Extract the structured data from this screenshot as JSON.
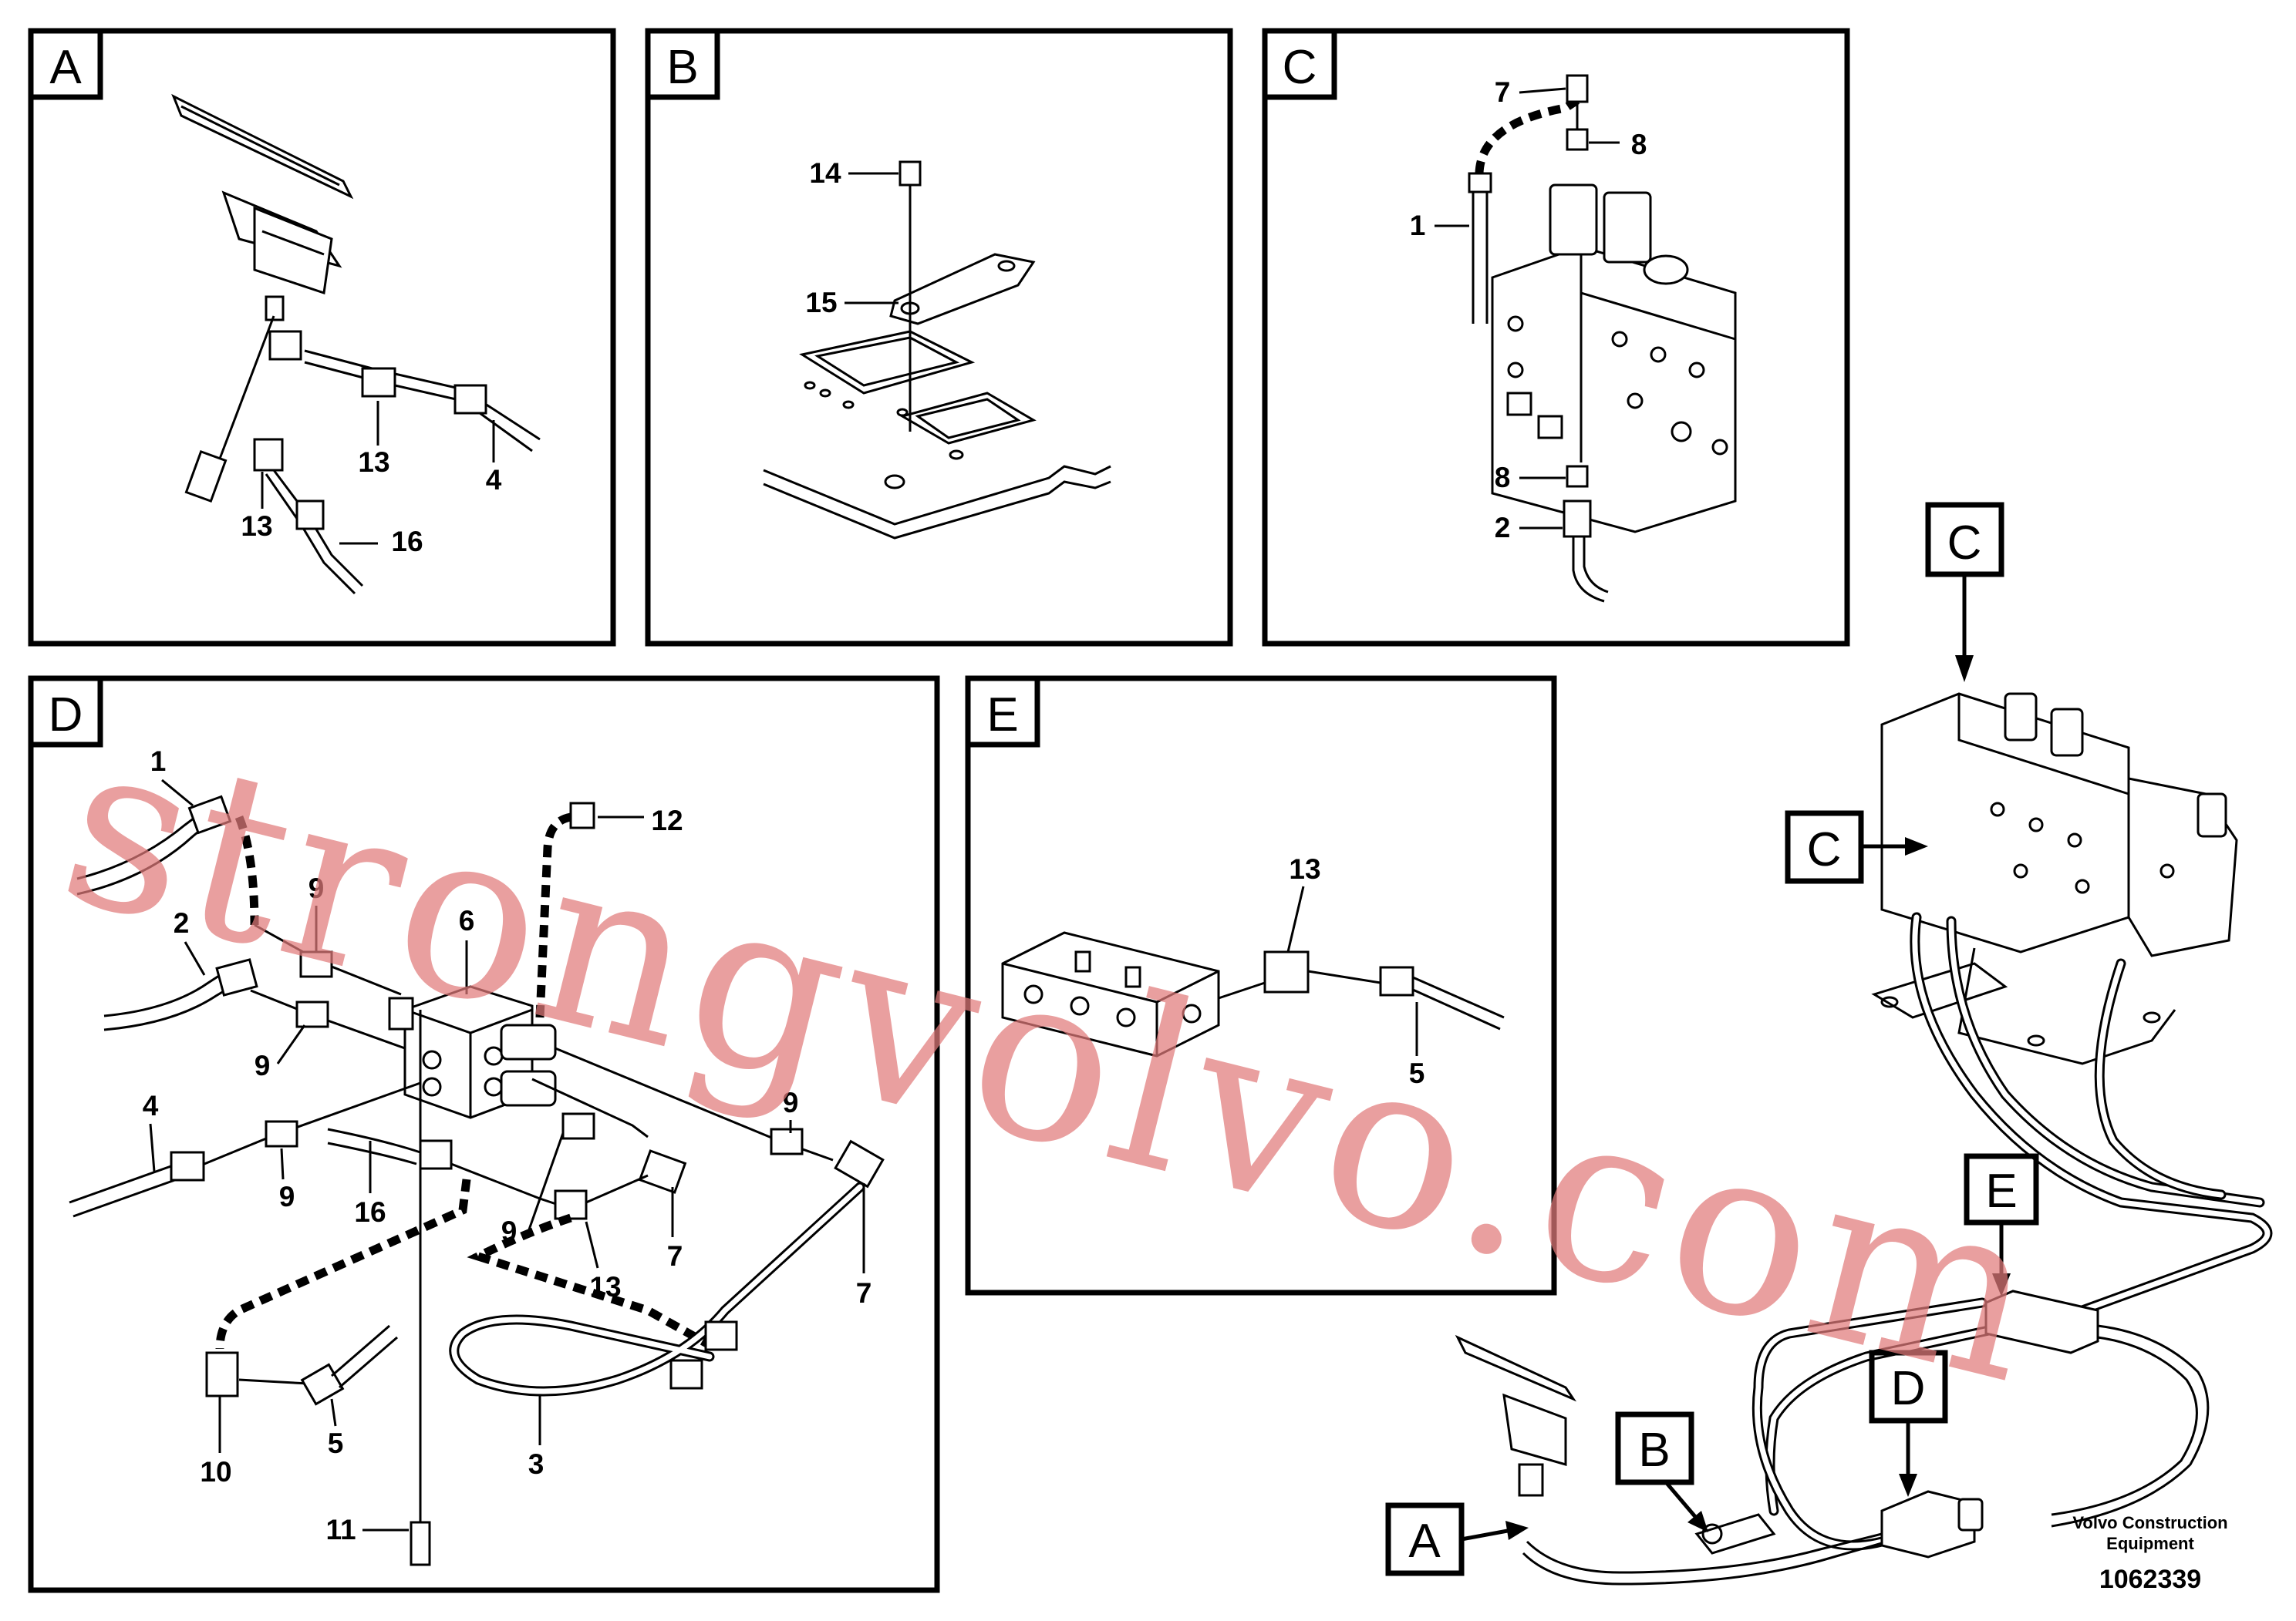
{
  "panels": [
    {
      "id": "A",
      "letter": "A",
      "labels": [
        "13",
        "4",
        "13",
        "16"
      ]
    },
    {
      "id": "B",
      "letter": "B",
      "labels": [
        "14",
        "15"
      ]
    },
    {
      "id": "C",
      "letter": "C",
      "labels": [
        "7",
        "8",
        "1",
        "8",
        "2"
      ]
    },
    {
      "id": "D",
      "letter": "D",
      "labels": [
        "1",
        "12",
        "9",
        "6",
        "2",
        "9",
        "9",
        "4",
        "9",
        "9",
        "16",
        "13",
        "7",
        "7",
        "10",
        "5",
        "3",
        "11"
      ]
    },
    {
      "id": "E",
      "letter": "E",
      "labels": [
        "13",
        "5"
      ]
    }
  ],
  "overview_tags": [
    "C",
    "C",
    "E",
    "D",
    "B",
    "A"
  ],
  "watermark": "strongvolvo.com",
  "footer": {
    "brand_line1": "Volvo Construction",
    "brand_line2": "Equipment",
    "drawing_number": "1062339"
  }
}
